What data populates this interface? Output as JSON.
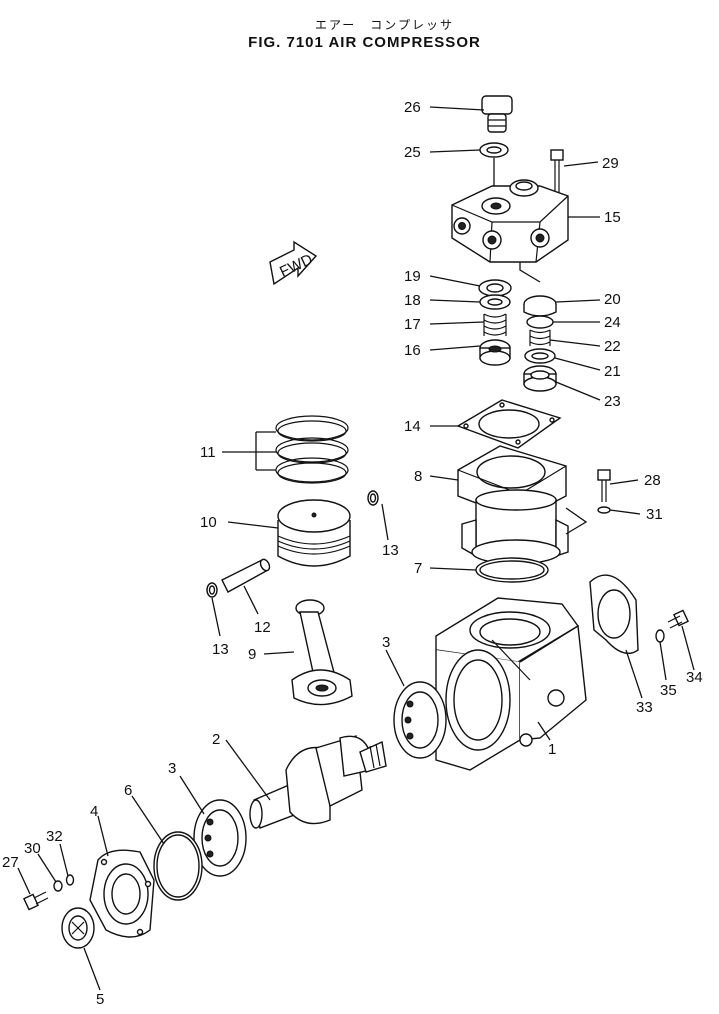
{
  "title_jp": "エアー　コンプレッサ",
  "title": "FIG. 7101   AIR  COMPRESSOR",
  "fwd_label": "FWD",
  "callouts": {
    "c1": "1",
    "c2": "2",
    "c3a": "3",
    "c3b": "3",
    "c4": "4",
    "c5": "5",
    "c6": "6",
    "c7": "7",
    "c8": "8",
    "c9": "9",
    "c10": "10",
    "c11": "11",
    "c12": "12",
    "c13a": "13",
    "c13b": "13",
    "c14": "14",
    "c15": "15",
    "c16": "16",
    "c17": "17",
    "c18": "18",
    "c19": "19",
    "c20": "20",
    "c21": "21",
    "c22": "22",
    "c23": "23",
    "c24": "24",
    "c25": "25",
    "c26": "26",
    "c27": "27",
    "c28": "28",
    "c29": "29",
    "c30": "30",
    "c31": "31",
    "c32": "32",
    "c33": "33",
    "c34": "34",
    "c35": "35"
  }
}
